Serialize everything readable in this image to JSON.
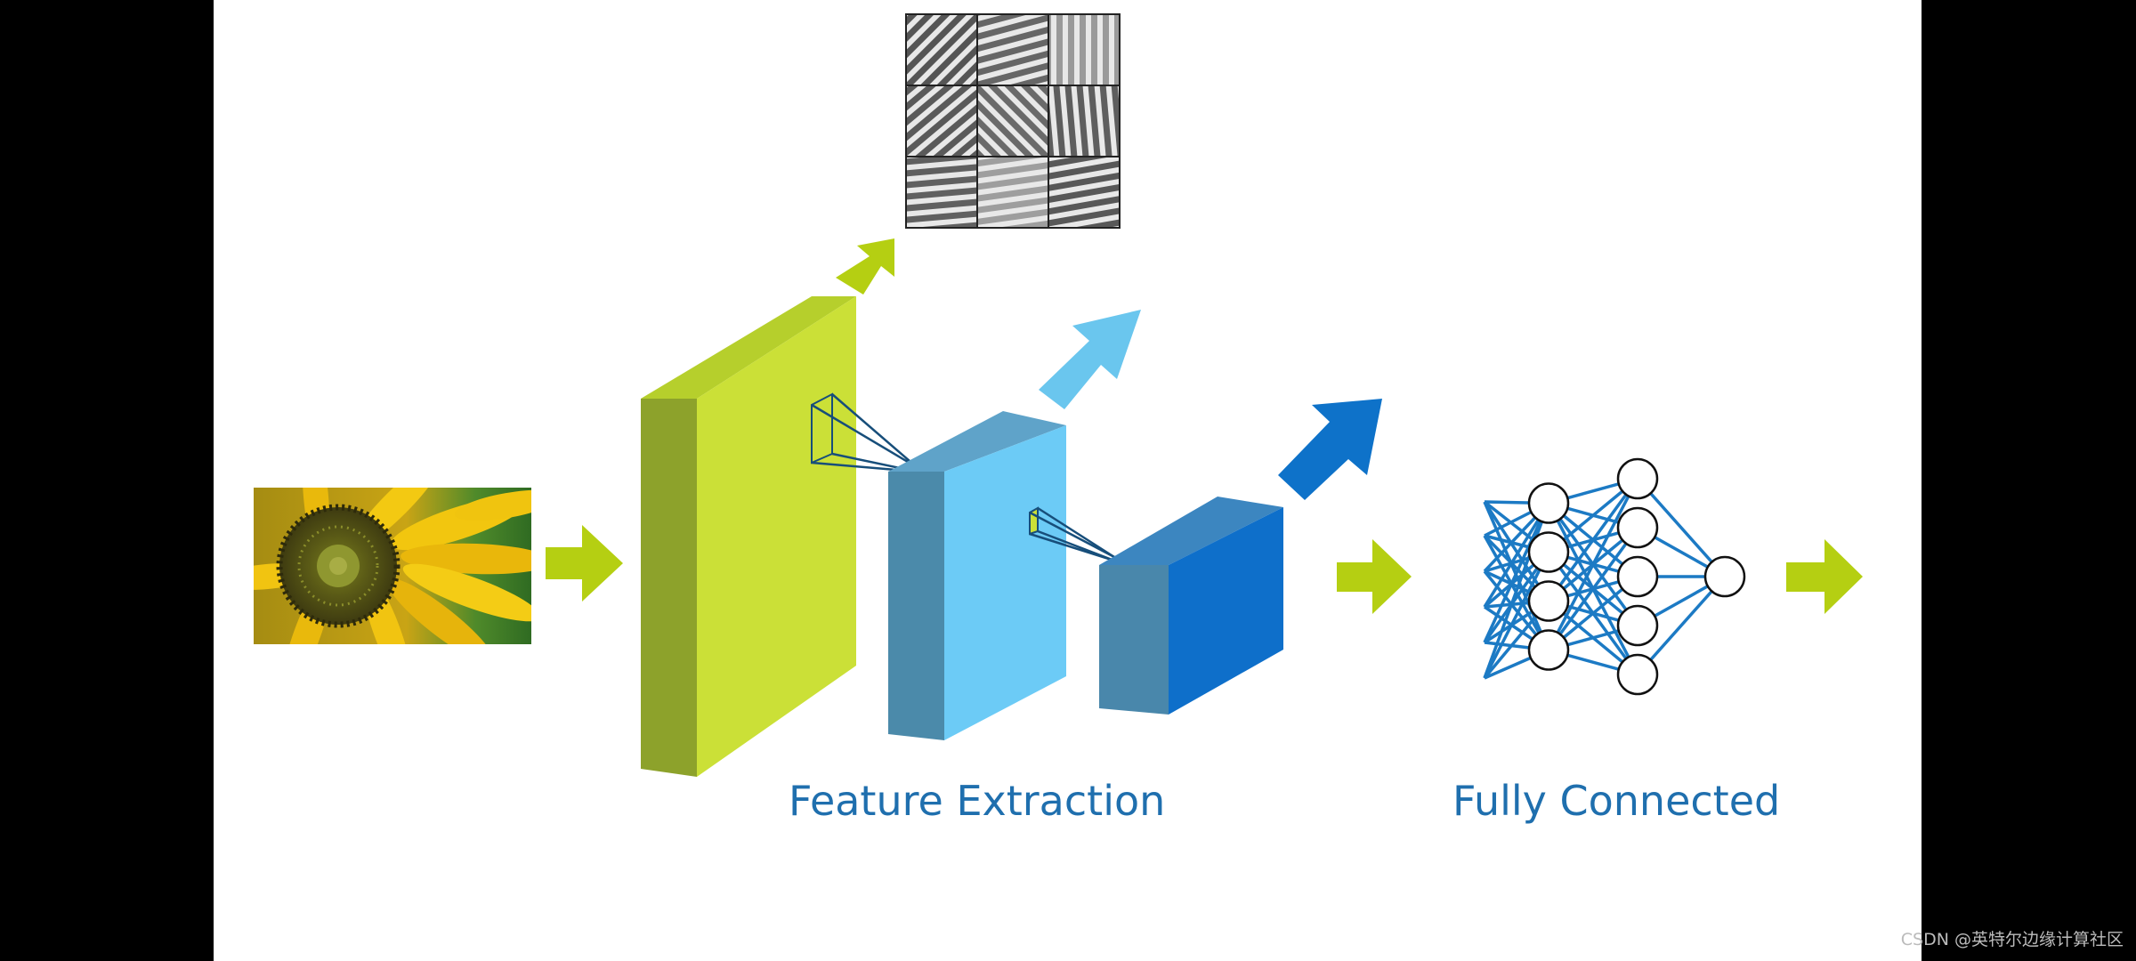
{
  "diagram": {
    "labels": {
      "feature_extraction": "Feature Extraction",
      "fully_connected": "Fully Connected"
    },
    "watermark": "CSDN @英特尔边缘计算社区",
    "input_image": "sunflower-photo",
    "feature_grid": {
      "rows": 3,
      "cols": 3,
      "cell_angles_deg": [
        -45,
        -15,
        90,
        -40,
        45,
        85,
        -5,
        -8,
        -10
      ],
      "cell_shades": [
        "#555555",
        "#666666",
        "#9a9a9a",
        "#5a5a5a",
        "#6a6a6a",
        "#5e5e5e",
        "#606060",
        "#9e9e9e",
        "#585858"
      ]
    },
    "network": {
      "layer_sizes": [
        4,
        5,
        1
      ]
    },
    "colors": {
      "background": "#ffffff",
      "side_bars": "#000000",
      "arrow_green": "#b5cf12",
      "arrow_light_blue": "#6ac6ee",
      "arrow_dark_blue": "#0e72c9",
      "block1_front": "#cbe037",
      "block1_side": "#8da22b",
      "block2_front": "#6ccbf6",
      "block2_side": "#4b8aaa",
      "block3_front": "#0e6fca",
      "block3_side": "#4987ab",
      "net_lines": "#1c7ac4",
      "label_text": "#1f6fae",
      "watermark_text": "#bbbbbb"
    }
  }
}
